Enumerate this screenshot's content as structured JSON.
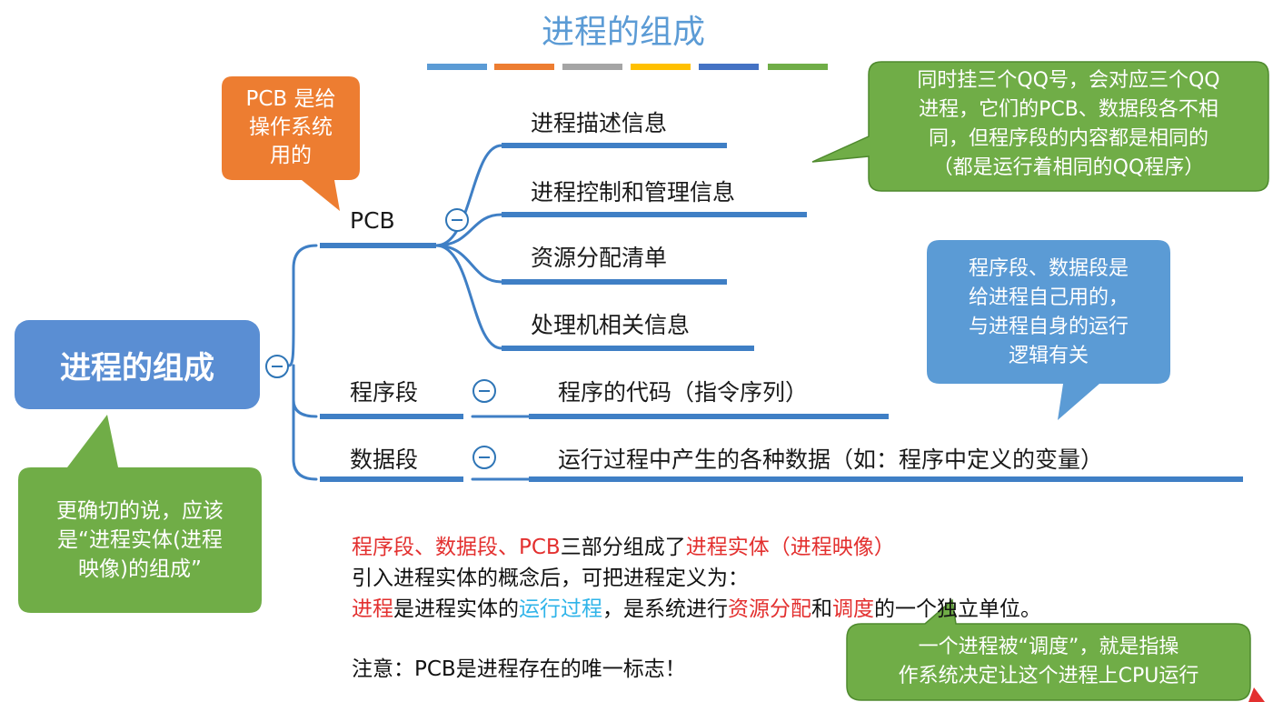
{
  "title": "进程的组成",
  "colors": {
    "accent_bars": [
      "#5b9bd5",
      "#ed7d31",
      "#a5a5a5",
      "#ffc000",
      "#4472c4",
      "#70ad47"
    ],
    "branch_line": "#3f7fc5",
    "center_fill": "#5a8ed3",
    "orange_callout": "#ed7d31",
    "green_callout": "#70ad47",
    "blue_callout": "#5b9bd5",
    "red_text": "#e3302f",
    "cyan_text": "#2fb4e9"
  },
  "mindmap": {
    "center": "进程的组成",
    "branches": [
      {
        "label": "PCB",
        "children": [
          "进程描述信息",
          "进程控制和管理信息",
          "资源分配清单",
          "处理机相关信息"
        ]
      },
      {
        "label": "程序段",
        "children": [
          "程序的代码（指令序列）"
        ]
      },
      {
        "label": "数据段",
        "children": [
          "运行过程中产生的各种数据（如：程序中定义的变量）"
        ]
      }
    ]
  },
  "callouts": {
    "pcb_note": [
      "PCB 是给",
      "操作系统",
      "用的"
    ],
    "qq_note": [
      "同时挂三个QQ号，会对应三个QQ",
      "进程，它们的PCB、数据段各不相",
      "同，但程序段的内容都是相同的",
      "（都是运行着相同的QQ程序）"
    ],
    "segment_note": [
      "程序段、数据段是",
      "给进程自己用的，",
      "与进程自身的运行",
      "逻辑有关"
    ],
    "entity_note": [
      "更确切的说，应该",
      "是“进程实体(进程",
      "映像)的组成”"
    ],
    "schedule_note": [
      "一个进程被“调度”，就是指操",
      "作系统决定让这个进程上CPU运行"
    ]
  },
  "notes": {
    "line1": {
      "a": "程序段、数据段、PCB",
      "b": "三部分组成了",
      "c": "进程实体（进程映像）"
    },
    "line2": "引入进程实体的概念后，可把进程定义为：",
    "line3": {
      "a": "进程",
      "b": "是进程实体的",
      "c": "运行过程",
      "d": "，是系统进行",
      "e": "资源分配",
      "f": "和",
      "g": "调度",
      "h": "的一个独立单位。"
    },
    "line4": "注意：PCB是进程存在的唯一标志！"
  }
}
